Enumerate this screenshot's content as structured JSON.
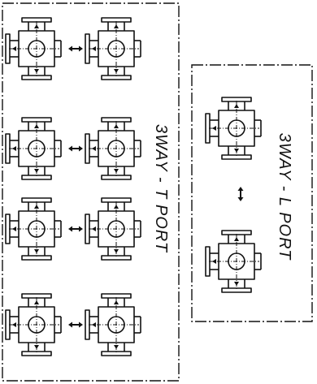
{
  "labels": {
    "tport": "3WAY - T PORT",
    "lport": "3WAY - L PORT"
  },
  "t_port_group": {
    "rows": [
      {
        "left_symbol": "valve-t-port",
        "connector": "double-arrow",
        "right_symbol": "valve-t-port"
      },
      {
        "left_symbol": "valve-t-port",
        "connector": "double-arrow",
        "right_symbol": "valve-t-port"
      },
      {
        "left_symbol": "valve-t-port",
        "connector": "double-arrow",
        "right_symbol": "valve-t-port"
      },
      {
        "left_symbol": "valve-t-port",
        "connector": "double-arrow",
        "right_symbol": "valve-t-port"
      }
    ]
  },
  "l_port_group": {
    "items": [
      {
        "symbol": "valve-l-port"
      },
      {
        "connector": "double-arrow"
      },
      {
        "symbol": "valve-l-port"
      }
    ]
  },
  "colors": {
    "line": "#111111",
    "background": "#ffffff"
  }
}
